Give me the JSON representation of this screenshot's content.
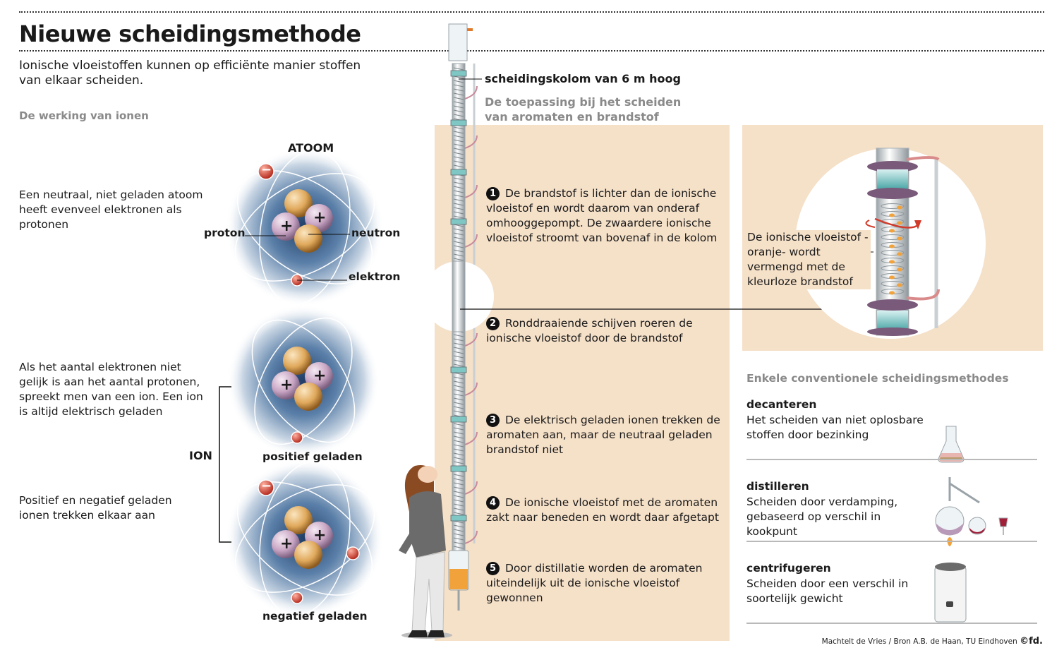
{
  "header": {
    "title": "Nieuwe scheidingsmethode",
    "intro": "Ionische vloeistoffen kunnen op efficiënte manier stoffen van elkaar scheiden."
  },
  "ions": {
    "section_heading": "De werking van ionen",
    "atom_title": "ATOOM",
    "atom_desc": "Een neutraal, niet geladen atoom heeft evenveel elektronen als protonen",
    "label_proton": "proton",
    "label_neutron": "neutron",
    "label_electron": "elektron",
    "ion_desc": "Als het aantal elektronen niet gelijk is aan het aantal protonen, spreekt men van een ion. Een ion is altijd elektrisch geladen",
    "ion_label": "ION",
    "positive_label": "positief geladen",
    "attract_desc": "Positief en negatief geladen ionen trekken elkaar aan",
    "negative_label": "negatief geladen",
    "plus_sign": "+",
    "minus_sign": "−"
  },
  "column": {
    "title": "scheidingskolom van 6 m hoog",
    "subtitle": "De toepassing bij het scheiden van aromaten en brandstof"
  },
  "steps": [
    {
      "num": "1",
      "text": "De brandstof is lichter dan de ionische vloeistof en wordt daarom van onderaf omhooggepompt. De zwaardere ionische vloeistof stroomt van bovenaf in de kolom"
    },
    {
      "num": "2",
      "text": "Ronddraaiende schijven roeren de ionische vloeistof door de brandstof"
    },
    {
      "num": "3",
      "text": "De elektrisch geladen ionen trekken de aromaten aan, maar de neutraal geladen brandstof niet"
    },
    {
      "num": "4",
      "text": "De ionische vloeistof met de aromaten zakt naar beneden en wordt daar afgetapt"
    },
    {
      "num": "5",
      "text": "Door distillatie worden de aromaten uiteindelijk uit de ionische vloeistof gewonnen"
    }
  ],
  "detail": {
    "caption": "De ionische vloeistof -oranje- wordt vermengd met de kleurloze brandstof"
  },
  "conventional": {
    "heading": "Enkele conventionele scheidingsmethodes",
    "methods": [
      {
        "title": "decanteren",
        "desc": "Het scheiden van niet oplosbare stoffen door bezinking"
      },
      {
        "title": "distilleren",
        "desc": "Scheiden door verdamping, gebaseerd op verschil in kookpunt"
      },
      {
        "title": "centrifugeren",
        "desc": "Scheiden door een verschil in soortelijk gewicht"
      }
    ]
  },
  "credit": "Machtelt de Vries / Bron A.B. de Haan, TU Eindhoven",
  "logo": "©fd.",
  "colors": {
    "panel": "#f5e0c8",
    "orange_liquid": "#f2a23a",
    "proton": "#c9a6c4",
    "neutron": "#e0a95c",
    "electron": "#d64a3a",
    "glow": "#4a6f9c"
  }
}
